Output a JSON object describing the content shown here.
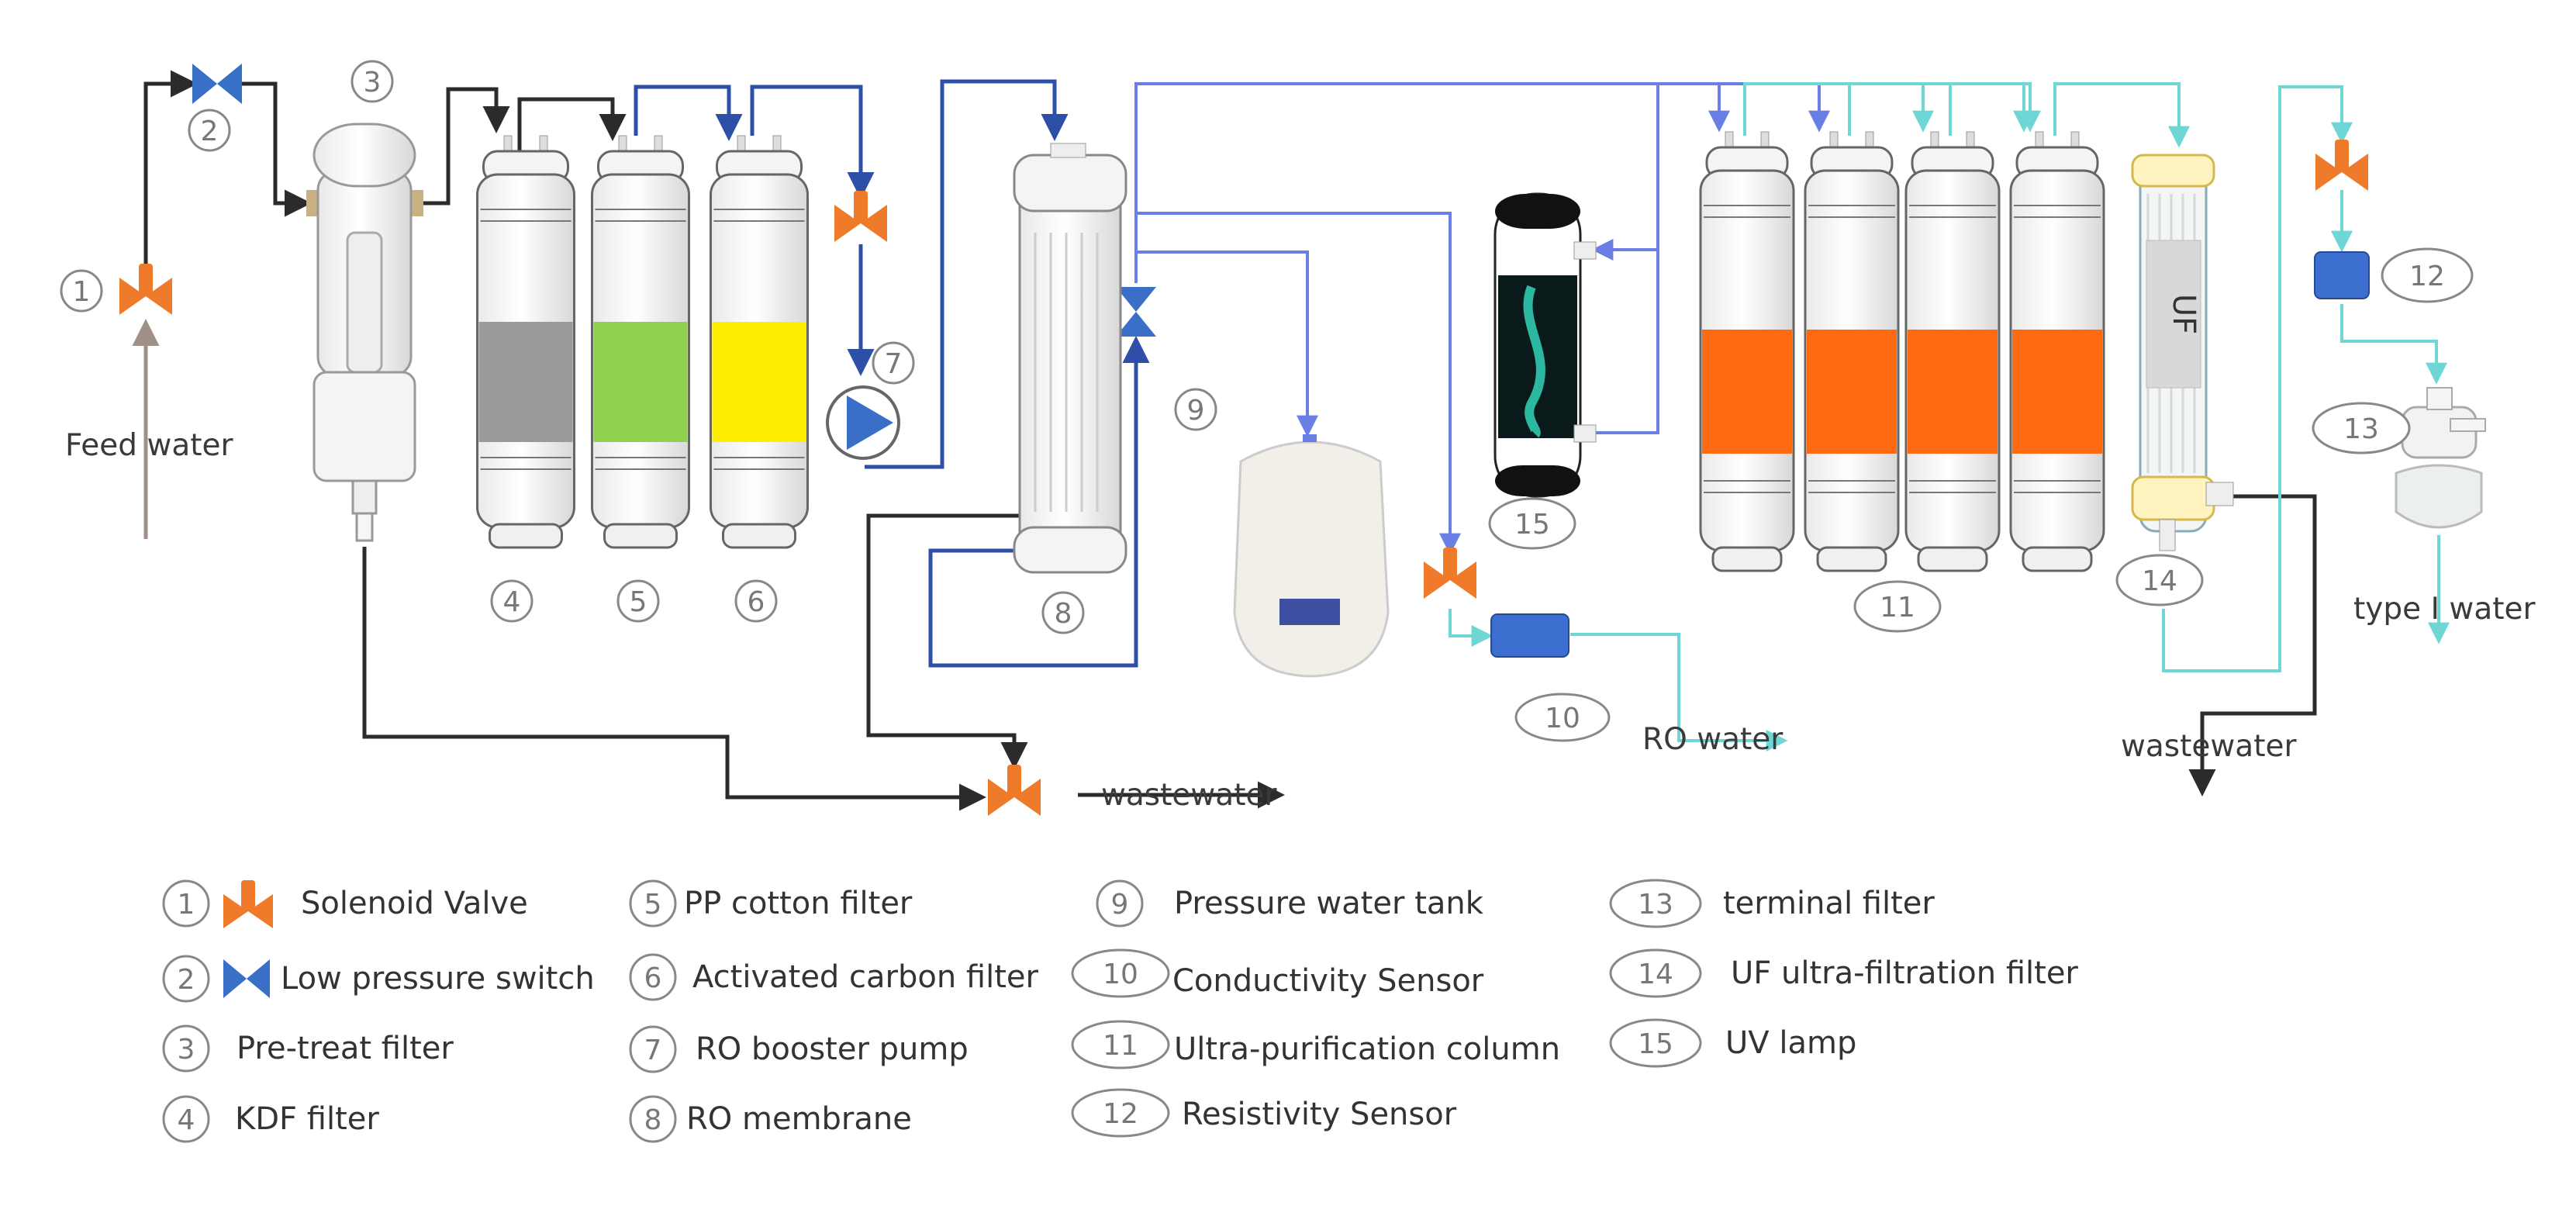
{
  "colors": {
    "black_line": "#2b2b2b",
    "dark_blue_line": "#2d4fa8",
    "blue_line": "#6a7fe6",
    "cyan_line": "#6fd6d6",
    "feed_arrow": "#a09088",
    "valve_orange": "#ee7a2a",
    "switch_blue": "#3a6fc8",
    "sensor_blue": "#3d6fd0",
    "media_gray": "#9a9a9a",
    "media_green": "#8fd14f",
    "media_yellow": "#ffee00",
    "media_orange": "#ff6a10"
  },
  "labels": {
    "feed_water": "Feed water",
    "wastewater_1": "wastewater",
    "ro_water": "RO water",
    "wastewater_2": "wastewater",
    "type1_water": "type I water"
  },
  "filters": {
    "uf_text": "UF"
  },
  "numbers": {
    "n1": "1",
    "n2": "2",
    "n3": "3",
    "n4": "4",
    "n5": "5",
    "n6": "6",
    "n7": "7",
    "n8": "8",
    "n9": "9",
    "n10": "10",
    "n11": "11",
    "n12": "12",
    "n13": "13",
    "n14": "14",
    "n15": "15"
  },
  "legend": [
    {
      "num": "1",
      "text": "Solenoid Valve",
      "icon": "solenoid-valve-icon"
    },
    {
      "num": "2",
      "text": "Low pressure switch",
      "icon": "low-pressure-switch-icon"
    },
    {
      "num": "3",
      "text": "Pre-treat filter"
    },
    {
      "num": "4",
      "text": "KDF filter"
    },
    {
      "num": "5",
      "text": "PP cotton filter"
    },
    {
      "num": "6",
      "text": "Activated carbon filter"
    },
    {
      "num": "7",
      "text": "RO booster pump"
    },
    {
      "num": "8",
      "text": "RO membrane"
    },
    {
      "num": "9",
      "text": "Pressure water tank"
    },
    {
      "num": "10",
      "text": "Conductivity Sensor"
    },
    {
      "num": "11",
      "text": "Ultra-purification column"
    },
    {
      "num": "12",
      "text": "Resistivity Sensor"
    },
    {
      "num": "13",
      "text": "terminal filter"
    },
    {
      "num": "14",
      "text": "UF ultra-filtration filter"
    },
    {
      "num": "15",
      "text": "UV lamp"
    }
  ]
}
